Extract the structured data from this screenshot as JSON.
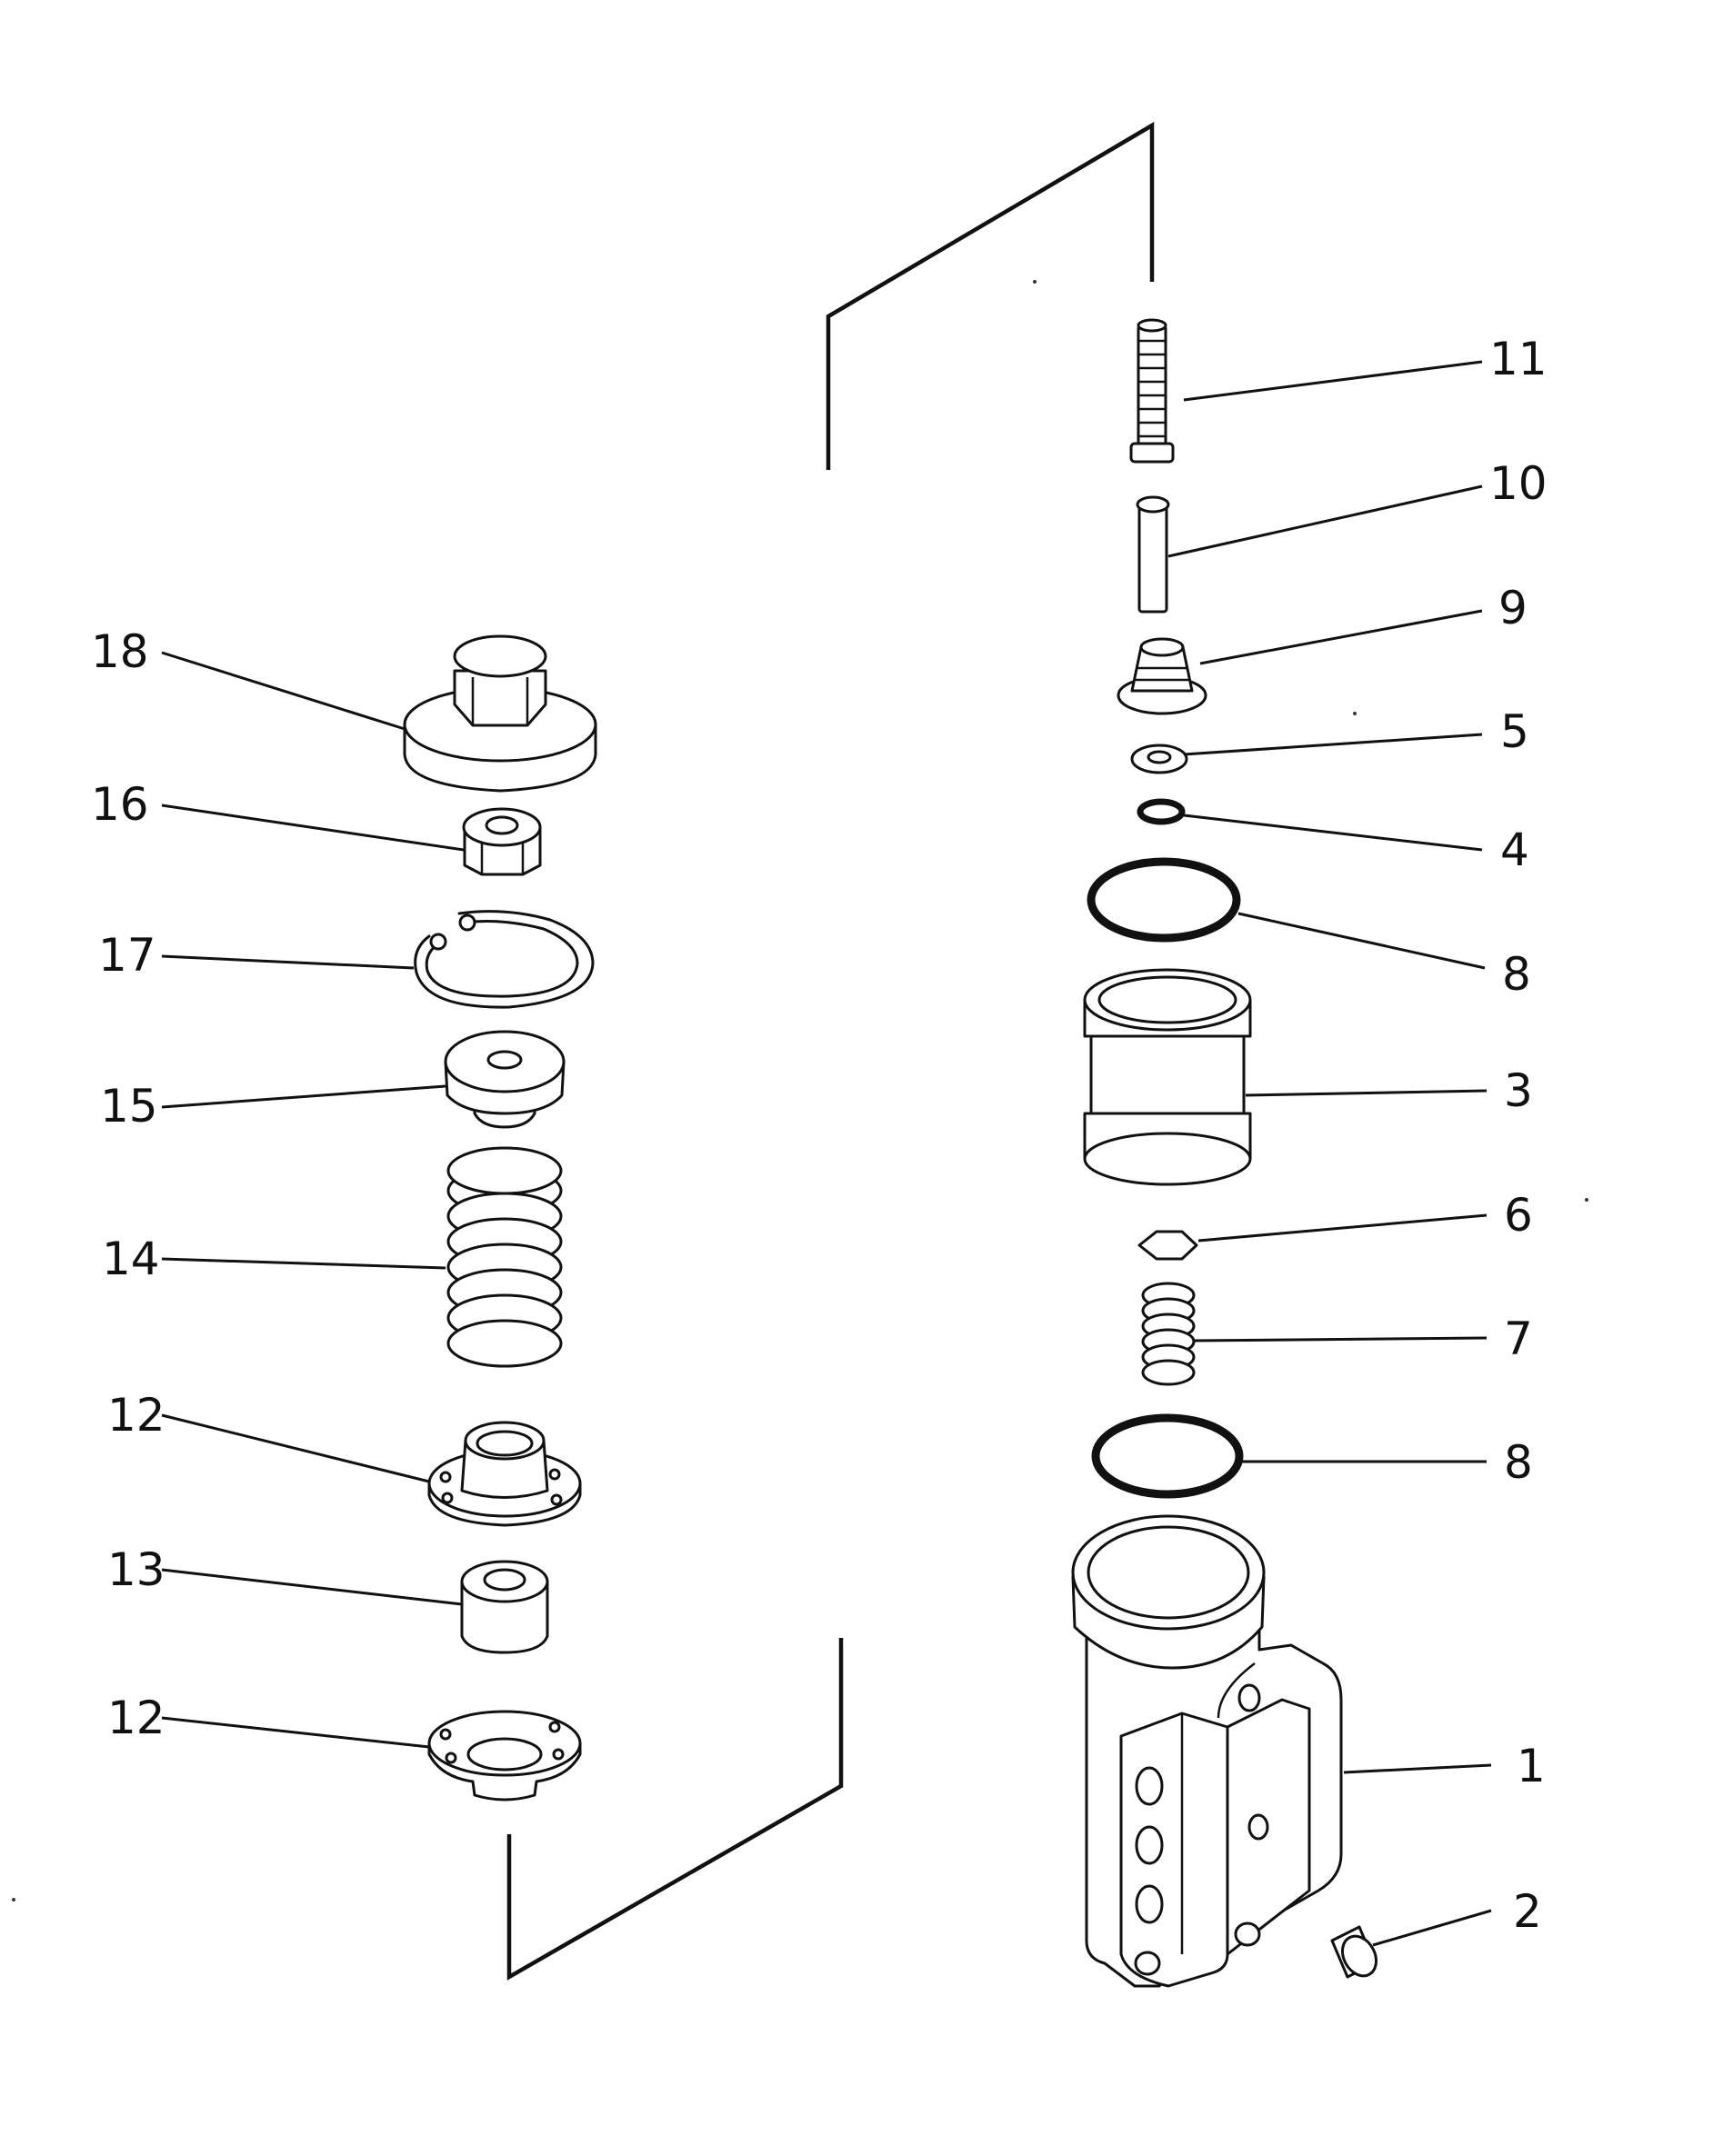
{
  "callouts": {
    "c1": "1",
    "c2": "2",
    "c3": "3",
    "c4": "4",
    "c5": "5",
    "c6": "6",
    "c7": "7",
    "c8a": "8",
    "c8b": "8",
    "c9": "9",
    "c10": "10",
    "c11": "11",
    "c12a": "12",
    "c12b": "12",
    "c13": "13",
    "c14": "14",
    "c15": "15",
    "c16": "16",
    "c17": "17",
    "c18": "18"
  },
  "colors": {
    "ink": "#111111",
    "paper": "#ffffff"
  }
}
